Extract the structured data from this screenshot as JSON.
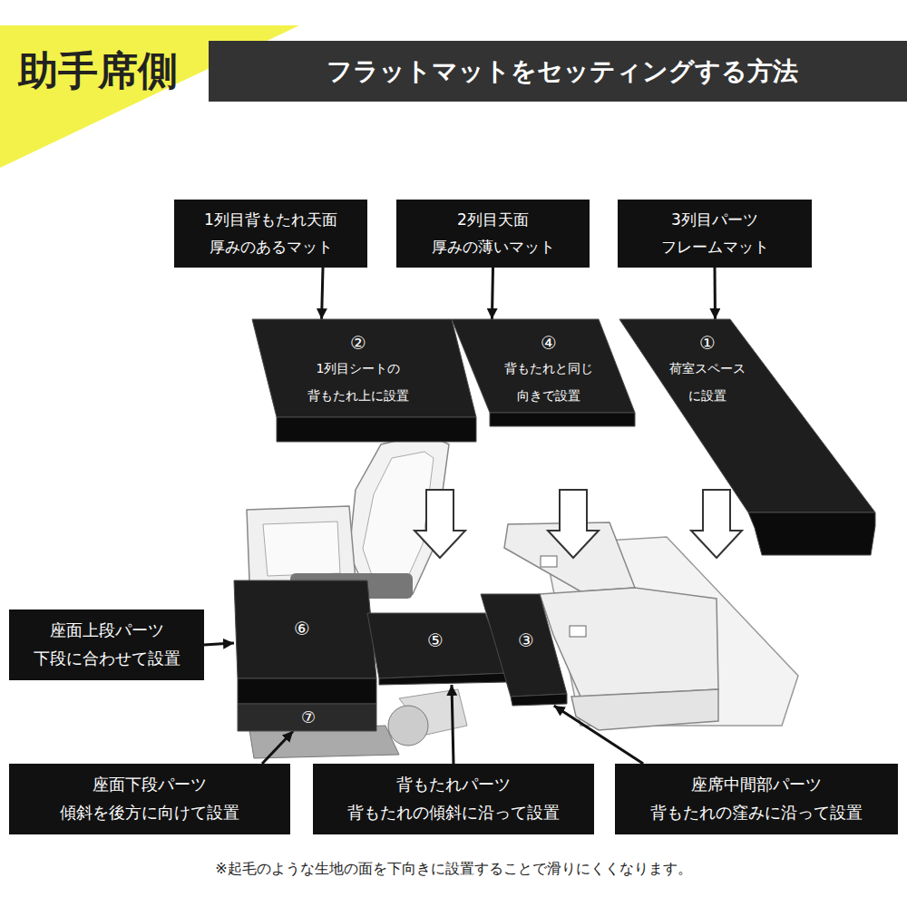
{
  "diagram": {
    "title": "フラットマットをセッティングする方法",
    "caption": "※起毛のような生地の面を下向きに設置することで滑りにくくなります。",
    "nodes": [
      {
        "text": [
          "1列目背もたれ天面 厚みのあるマット"
        ]
      },
      {
        "text": [
          "2列目天面 厚みの薄いマット"
        ]
      },
      {
        "text": [
          "3列目パーツ フレームマット"
        ]
      },
      {
        "text": [
          "②",
          "1列目シートの 背もたれ上に設置"
        ]
      },
      {
        "text": [
          "④",
          "背もたれと同じ 向きで設置"
        ]
      },
      {
        "text": [
          "①",
          "荷室スペース に設置"
        ]
      },
      {
        "text": [
          "座面上段パーツ 下段に合わせて設置"
        ]
      },
      {
        "text": [
          "⑥"
        ]
      },
      {
        "text": [
          "⑤"
        ]
      },
      {
        "text": [
          "③"
        ]
      },
      {
        "text": [
          "⑦"
        ]
      },
      {
        "text": [
          "座面下段パーツ 傾斜を後方に向けて設置"
        ]
      },
      {
        "text": [
          "背もたれパーツ 背もたれの傾斜に沿って設置"
        ]
      },
      {
        "text": [
          "座席中間部パーツ 背もたれの窪みに沿って設置"
        ]
      }
    ],
    "edges": [
      {
        "from": 0,
        "to": 3,
        "arrow": "to"
      },
      {
        "from": 1,
        "to": 4,
        "arrow": "to"
      },
      {
        "from": 2,
        "to": 5,
        "arrow": "to"
      },
      {
        "from": 6,
        "to": 7,
        "arrow": "to"
      },
      {
        "from": 11,
        "to": 10,
        "arrow": "to"
      },
      {
        "from": 12,
        "to": 8,
        "arrow": "to"
      },
      {
        "from": 13,
        "to": 9,
        "arrow": "to"
      }
    ],
    "labels": [
      "助手席側"
    ]
  }
}
